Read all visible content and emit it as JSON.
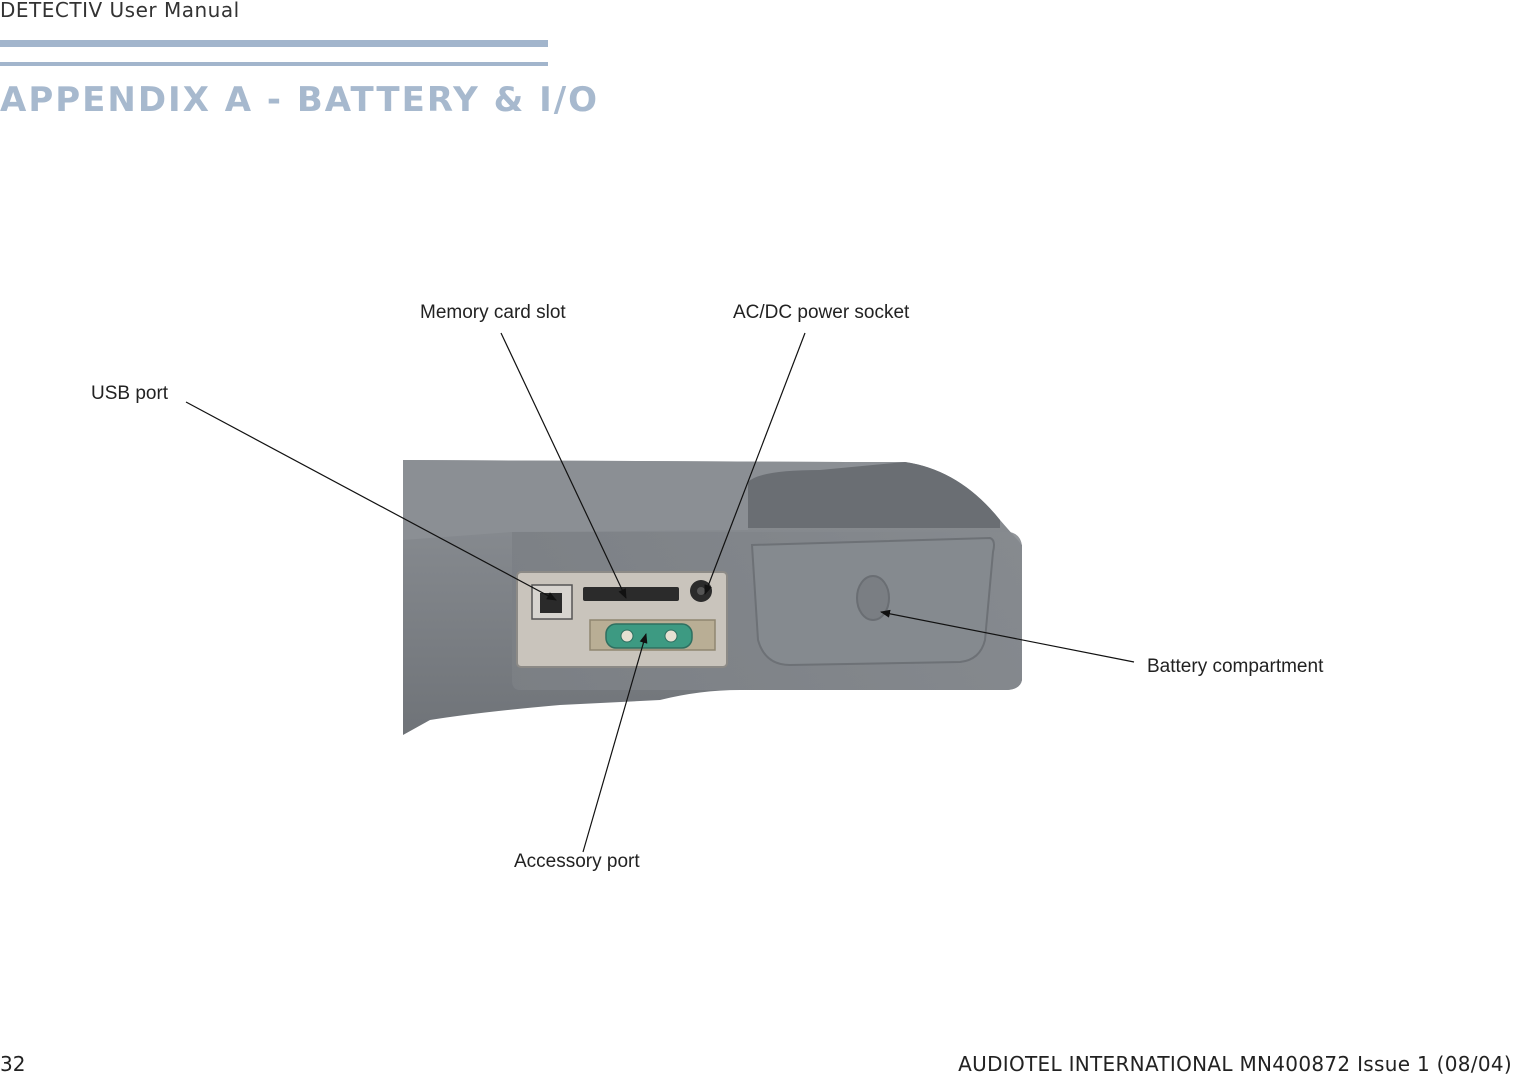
{
  "header": {
    "running_title": "DETECTIV User Manual"
  },
  "section": {
    "title": "APPENDIX A - BATTERY & I/O"
  },
  "figure": {
    "callouts": {
      "memory_card_slot": "Memory card slot",
      "acdc_power_socket": "AC/DC power socket",
      "usb_port": "USB port",
      "battery_compartment": "Battery compartment",
      "accessory_port": "Accessory port"
    }
  },
  "footer": {
    "page_number": "32",
    "document_ref": "AUDIOTEL INTERNATIONAL MN400872 Issue 1 (08/04)"
  }
}
